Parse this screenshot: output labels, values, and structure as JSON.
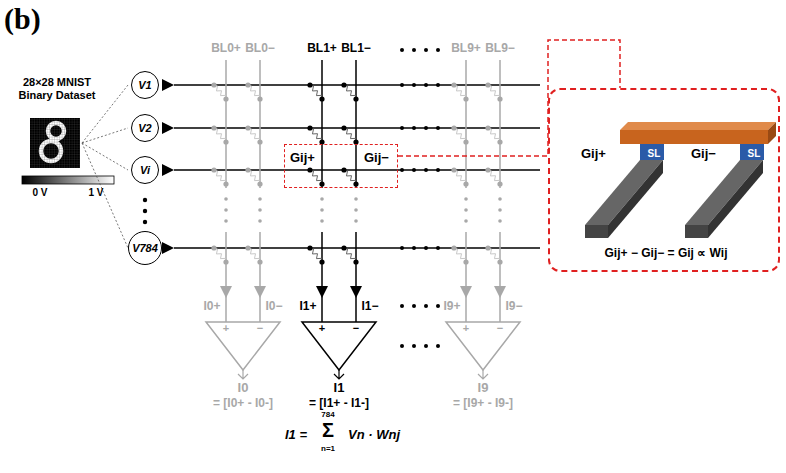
{
  "diagram": {
    "nodes": [
      {
        "text": [
          "V1"
        ]
      },
      {
        "text": [
          "V2"
        ]
      },
      {
        "text": [
          "Vi"
        ]
      },
      {
        "text": [
          "V784"
        ]
      },
      {
        "text": [
          "Gij+",
          "Gij−"
        ]
      },
      {
        "text": [
          "Gij+",
          "SL",
          "Gij−",
          "SL",
          "Gij+ − Gij− = Gij ∝ Wij"
        ]
      }
    ],
    "edges": [
      {
        "from": 4,
        "to": 5,
        "arrow": "none"
      }
    ],
    "labels": [
      "(b)",
      "28×28 MNIST Binary Dataset",
      "0 V",
      "1 V",
      "BL0+",
      "BL0−",
      "BL1+",
      "BL1−",
      "BL9+",
      "BL9−",
      "I0+",
      "I0−",
      "I1+",
      "I1−",
      "I9+",
      "I9−",
      "+",
      "−",
      "+",
      "−",
      "+",
      "−",
      "I0",
      "= [I0+ - I0-]",
      "I1",
      "= [I1+ - I1-]",
      "I9",
      "= [I9+ - I9-]",
      "I1 =",
      "784",
      "Σ",
      "n=1",
      "Vn · Wnj"
    ]
  }
}
